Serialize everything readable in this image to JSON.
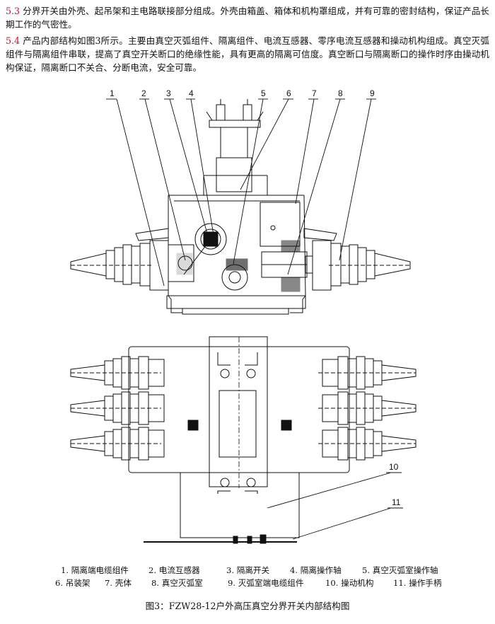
{
  "sections": [
    {
      "number": "5.3",
      "text": "分界开关由外壳、起吊架和主电路联接部分组成。外壳由箱盖、箱体和机构罩组成，并有可靠的密封结构，保证产品长期工作的气密性。"
    },
    {
      "number": "5.4",
      "text": "产品内部结构如图3所示。主要由真空灭弧组件、隔离组件、电流互感器、零序电流互感器和操动机构组成。真空灭弧组件与隔离组件串联，提高了真空开关断口的绝缘性能，具有更高的隔离可信度。真空断口与隔离断口的操作时序由操动机构保证，隔离断口不关合、分断电流，安全可靠。"
    }
  ],
  "callout_numbers": [
    "1",
    "2",
    "3",
    "4",
    "5",
    "6",
    "7",
    "8",
    "9",
    "10",
    "11"
  ],
  "legend": [
    "1. 隔离端电缆组件",
    "2. 电流互感器",
    "3. 隔离开关",
    "4. 隔离操作轴",
    "5. 真空灭弧室操作轴",
    "6. 吊装架",
    "7. 壳体",
    "8. 真空灭弧室",
    "9. 灭弧室端电缆组件",
    "10. 操动机构",
    "11. 操作手柄"
  ],
  "caption": "图3：FZW28-12户外高压真空分界开关内部结构图",
  "colors": {
    "section_number": "#c8102e",
    "line": "#111111"
  }
}
